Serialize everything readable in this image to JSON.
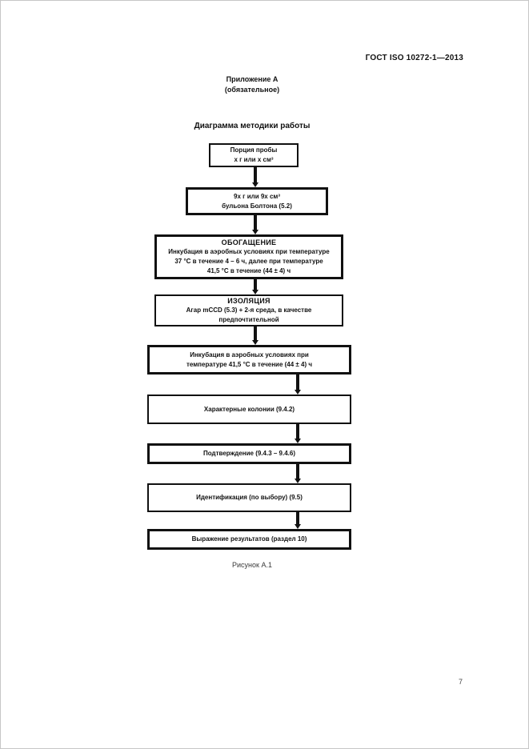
{
  "doc": {
    "header": "ГОСТ ISO 10272-1—2013",
    "annex": {
      "title": "Приложение А",
      "subtitle": "(обязательное)"
    },
    "diagram_title": "Диаграмма методики работы",
    "figure_caption": "Рисунок А.1",
    "page_number": "7"
  },
  "flowchart": {
    "boxes": [
      {
        "lines": [
          "Порция пробы",
          "x г или x см³"
        ]
      },
      {
        "lines": [
          "9x г или 9x см³",
          "бульона Болтона (5.2)"
        ]
      },
      {
        "title": "ОБОГАЩЕНИЕ",
        "lines": [
          "Инкубация в аэробных условиях при температуре",
          "37 °С в течение 4 – 6 ч, далее при температуре",
          "41,5 °С в течение (44 ± 4) ч"
        ]
      },
      {
        "title": "ИЗОЛЯЦИЯ",
        "lines": [
          "Агар mCCD (5.3) + 2-я среда, в качестве",
          "предпочтительной"
        ]
      },
      {
        "lines": [
          "Инкубация в аэробных условиях при",
          "температуре 41,5 °С в течение (44 ± 4) ч"
        ]
      },
      {
        "lines": [
          "Характерные колонии (9.4.2)"
        ]
      },
      {
        "lines": [
          "Подтверждение (9.4.3 – 9.4.6)"
        ]
      },
      {
        "lines": [
          "Идентификация (по выбору) (9.5)"
        ]
      },
      {
        "lines": [
          "Выражение результатов (раздел 10)"
        ]
      }
    ]
  },
  "colors": {
    "ink": "#111111",
    "paper": "#ffffff"
  }
}
